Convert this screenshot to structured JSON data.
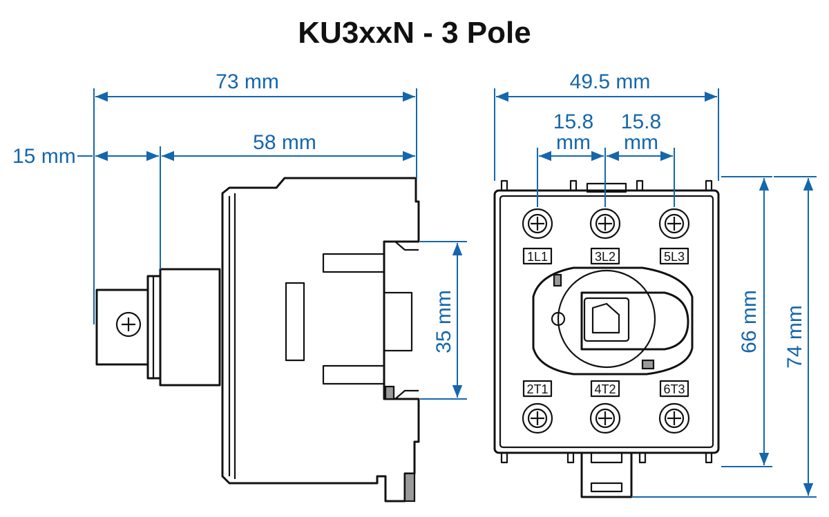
{
  "title": "KU3xxN - 3 Pole",
  "colors": {
    "dimension": "#1466ad",
    "outline": "#111111",
    "fill": "#ffffff",
    "shade": "#9a9a9a"
  },
  "side_view": {
    "overall_width": "73 mm",
    "body_width": "58 mm",
    "shaft_length": "15 mm",
    "rail_height": "35 mm"
  },
  "front_view": {
    "overall_width": "49.5 mm",
    "pitch_left_value": "15.8",
    "pitch_left_unit": "mm",
    "pitch_right_value": "15.8",
    "pitch_right_unit": "mm",
    "body_height": "66 mm",
    "overall_height": "74 mm",
    "terminals_top": [
      "1L1",
      "3L2",
      "5L3"
    ],
    "terminals_bottom": [
      "2T1",
      "4T2",
      "6T3"
    ]
  }
}
